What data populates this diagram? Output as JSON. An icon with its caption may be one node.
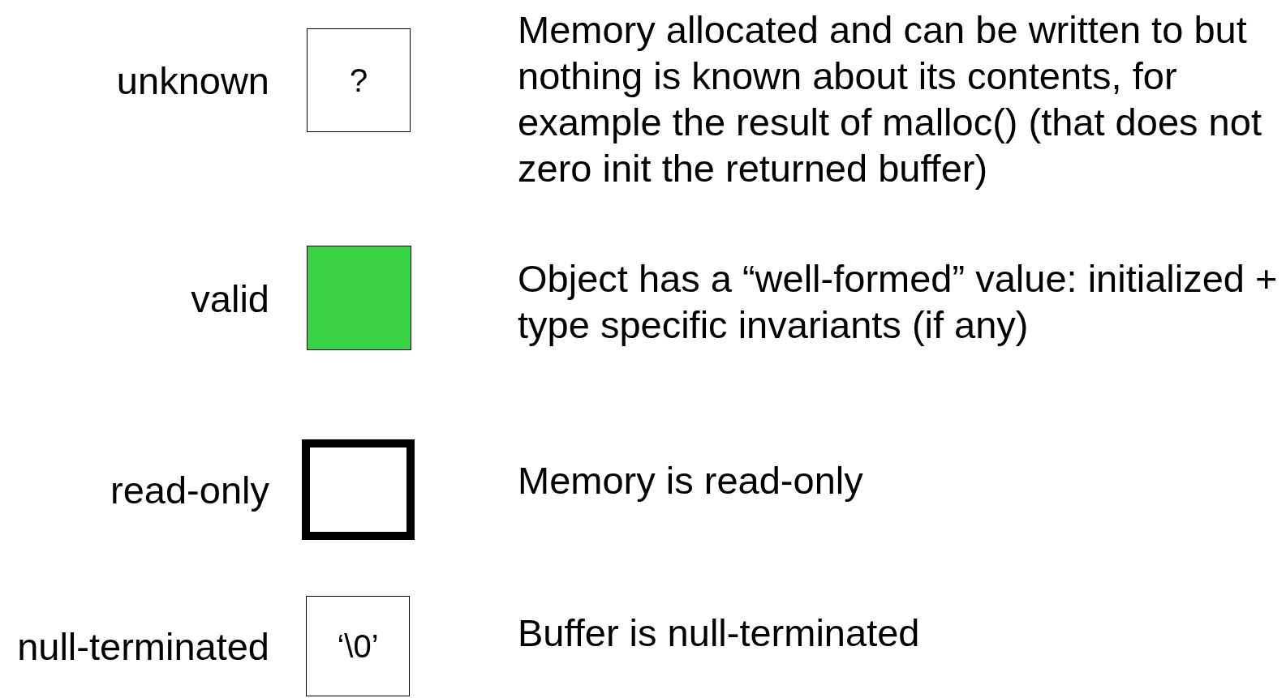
{
  "diagram": {
    "nodes": [
      {
        "text": [
          "?"
        ],
        "beside": [
          "unknown",
          "Memory allocated and can be written to but nothing is known about its contents, for example the result of malloc() (that does not zero init the returned buffer)"
        ]
      },
      {
        "text": [],
        "shape": "box",
        "beside": [
          "valid",
          "Object has a “well-formed” value: initialized + type specific invariants (if any)"
        ]
      },
      {
        "text": [],
        "shape": "box",
        "beside": [
          "read-only",
          "Memory is read-only"
        ]
      },
      {
        "text": [
          "‘\\0’"
        ],
        "beside": [
          "null-terminated",
          "Buffer is null-terminated"
        ]
      }
    ]
  }
}
